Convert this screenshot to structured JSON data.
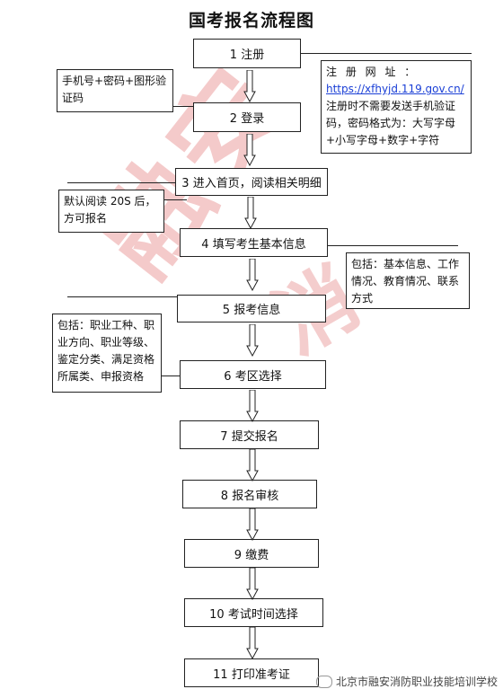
{
  "title": "国考报名流程图",
  "steps": [
    "1 注册",
    "2 登录",
    "3 进入首页，阅读相关明细",
    "4 填写考生基本信息",
    "5 报考信息",
    "6 考区选择",
    "7 提交报名",
    "8 报名审核",
    "9 缴费",
    "10 考试时间选择",
    "11 打印准考证"
  ],
  "notes": {
    "phone": "手机号+密码+图形验证码",
    "register_label": "注 册 网 址 ：",
    "register_url": "https://xfhyjd.119.gov.cn/",
    "register_desc": "注册时不需要发送手机验证码，密码格式为：大写字母+小写字母+数字+字符",
    "read": "默认阅读 20S 后，方可报名",
    "basic": "包括：基本信息、工作情况、教育情况、联系方式",
    "apply": "包括：职业工种、职业方向、职业等级、鉴定分类、满足资格所属类、申报资格"
  },
  "watermark": "融安消防",
  "footer": "北京市融安消防职业技能培训学校"
}
